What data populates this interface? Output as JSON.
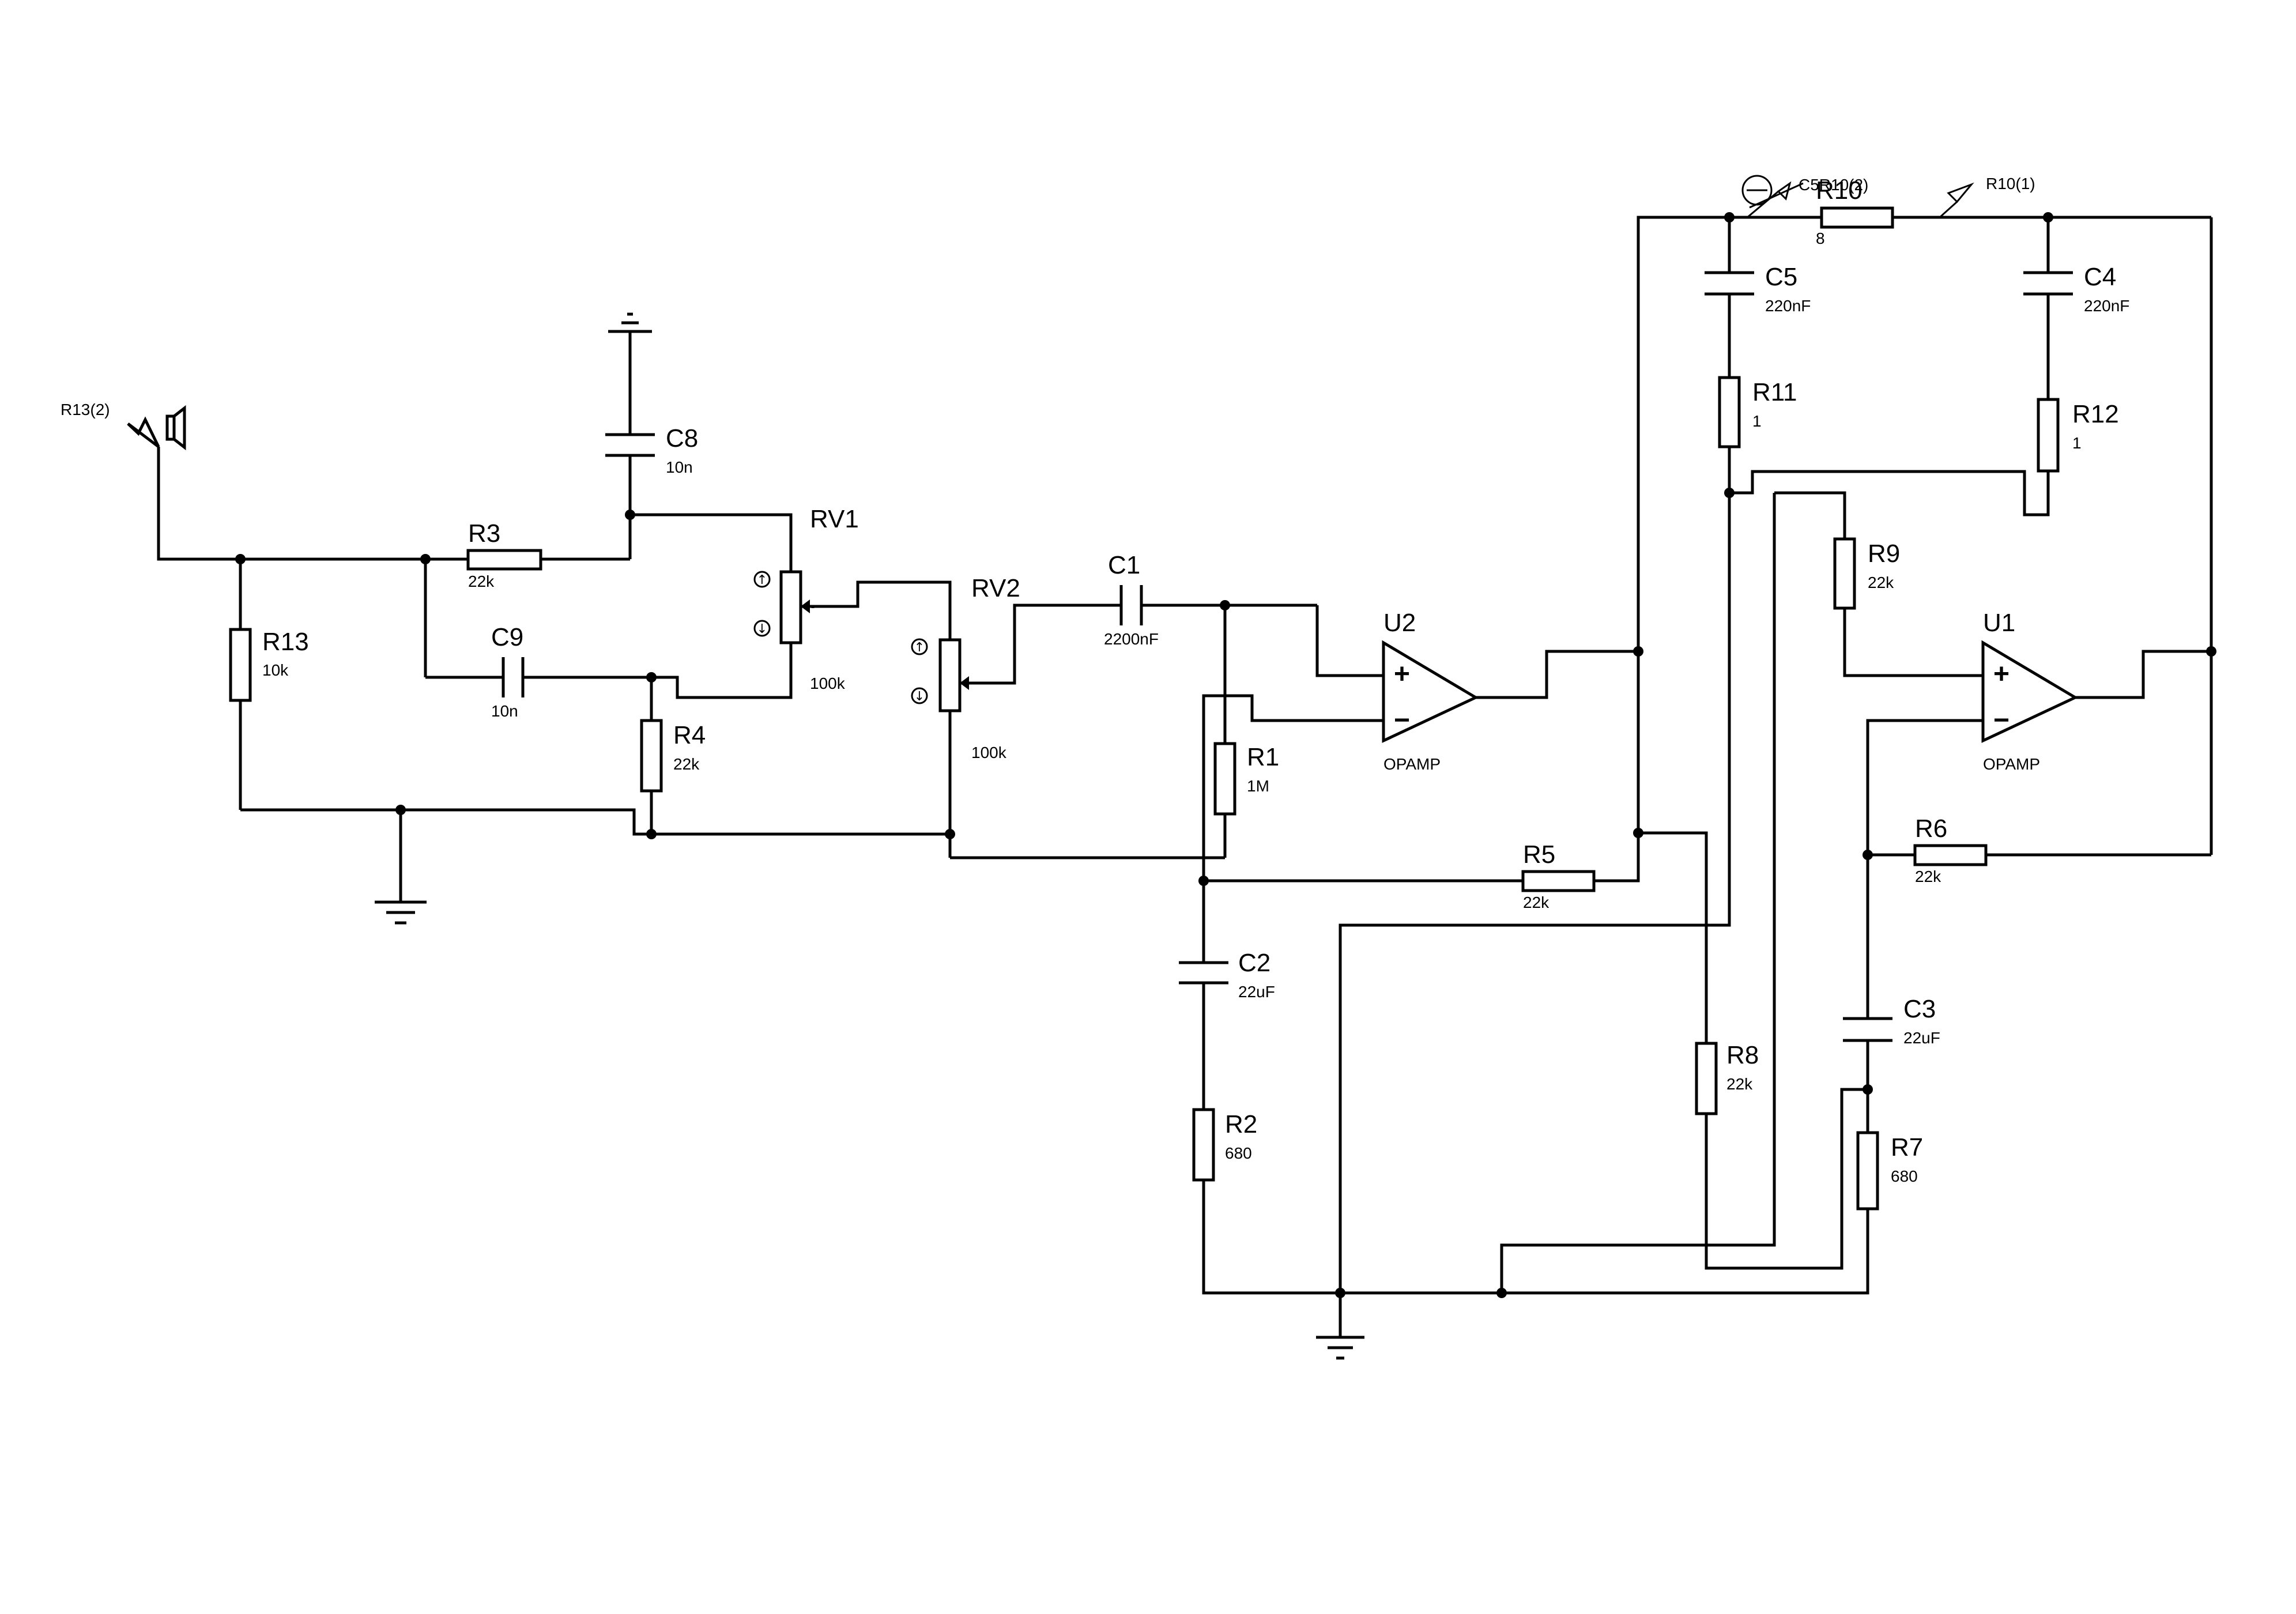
{
  "components": {
    "R1": {
      "ref": "R1",
      "value": "1M"
    },
    "R2": {
      "ref": "R2",
      "value": "680"
    },
    "R3": {
      "ref": "R3",
      "value": "22k"
    },
    "R4": {
      "ref": "R4",
      "value": "22k"
    },
    "R5": {
      "ref": "R5",
      "value": "22k"
    },
    "R6": {
      "ref": "R6",
      "value": "22k"
    },
    "R7": {
      "ref": "R7",
      "value": "680"
    },
    "R8": {
      "ref": "R8",
      "value": "22k"
    },
    "R9": {
      "ref": "R9",
      "value": "22k"
    },
    "R10": {
      "ref": "R10",
      "value": "8"
    },
    "R11": {
      "ref": "R11",
      "value": "1"
    },
    "R12": {
      "ref": "R12",
      "value": "1"
    },
    "R13": {
      "ref": "R13",
      "value": "10k"
    },
    "C1": {
      "ref": "C1",
      "value": "2200nF"
    },
    "C2": {
      "ref": "C2",
      "value": "22uF"
    },
    "C3": {
      "ref": "C3",
      "value": "22uF"
    },
    "C4": {
      "ref": "C4",
      "value": "220nF"
    },
    "C5": {
      "ref": "C5",
      "value": "220nF"
    },
    "C8": {
      "ref": "C8",
      "value": "10n"
    },
    "C9": {
      "ref": "C9",
      "value": "10n"
    },
    "RV1": {
      "ref": "RV1",
      "value": "100k"
    },
    "RV2": {
      "ref": "RV2",
      "value": "100k"
    },
    "U1": {
      "ref": "U1",
      "type": "OPAMP"
    },
    "U2": {
      "ref": "U2",
      "type": "OPAMP"
    }
  },
  "probes": {
    "r13_2": "R13(2)",
    "r10_1": "R10(1)",
    "c5_r10_2": "C5R10(2)"
  },
  "opamp_pins": {
    "plus": "+",
    "minus": "−"
  },
  "pot_arrows": {
    "up": "↑",
    "down": "↓"
  }
}
